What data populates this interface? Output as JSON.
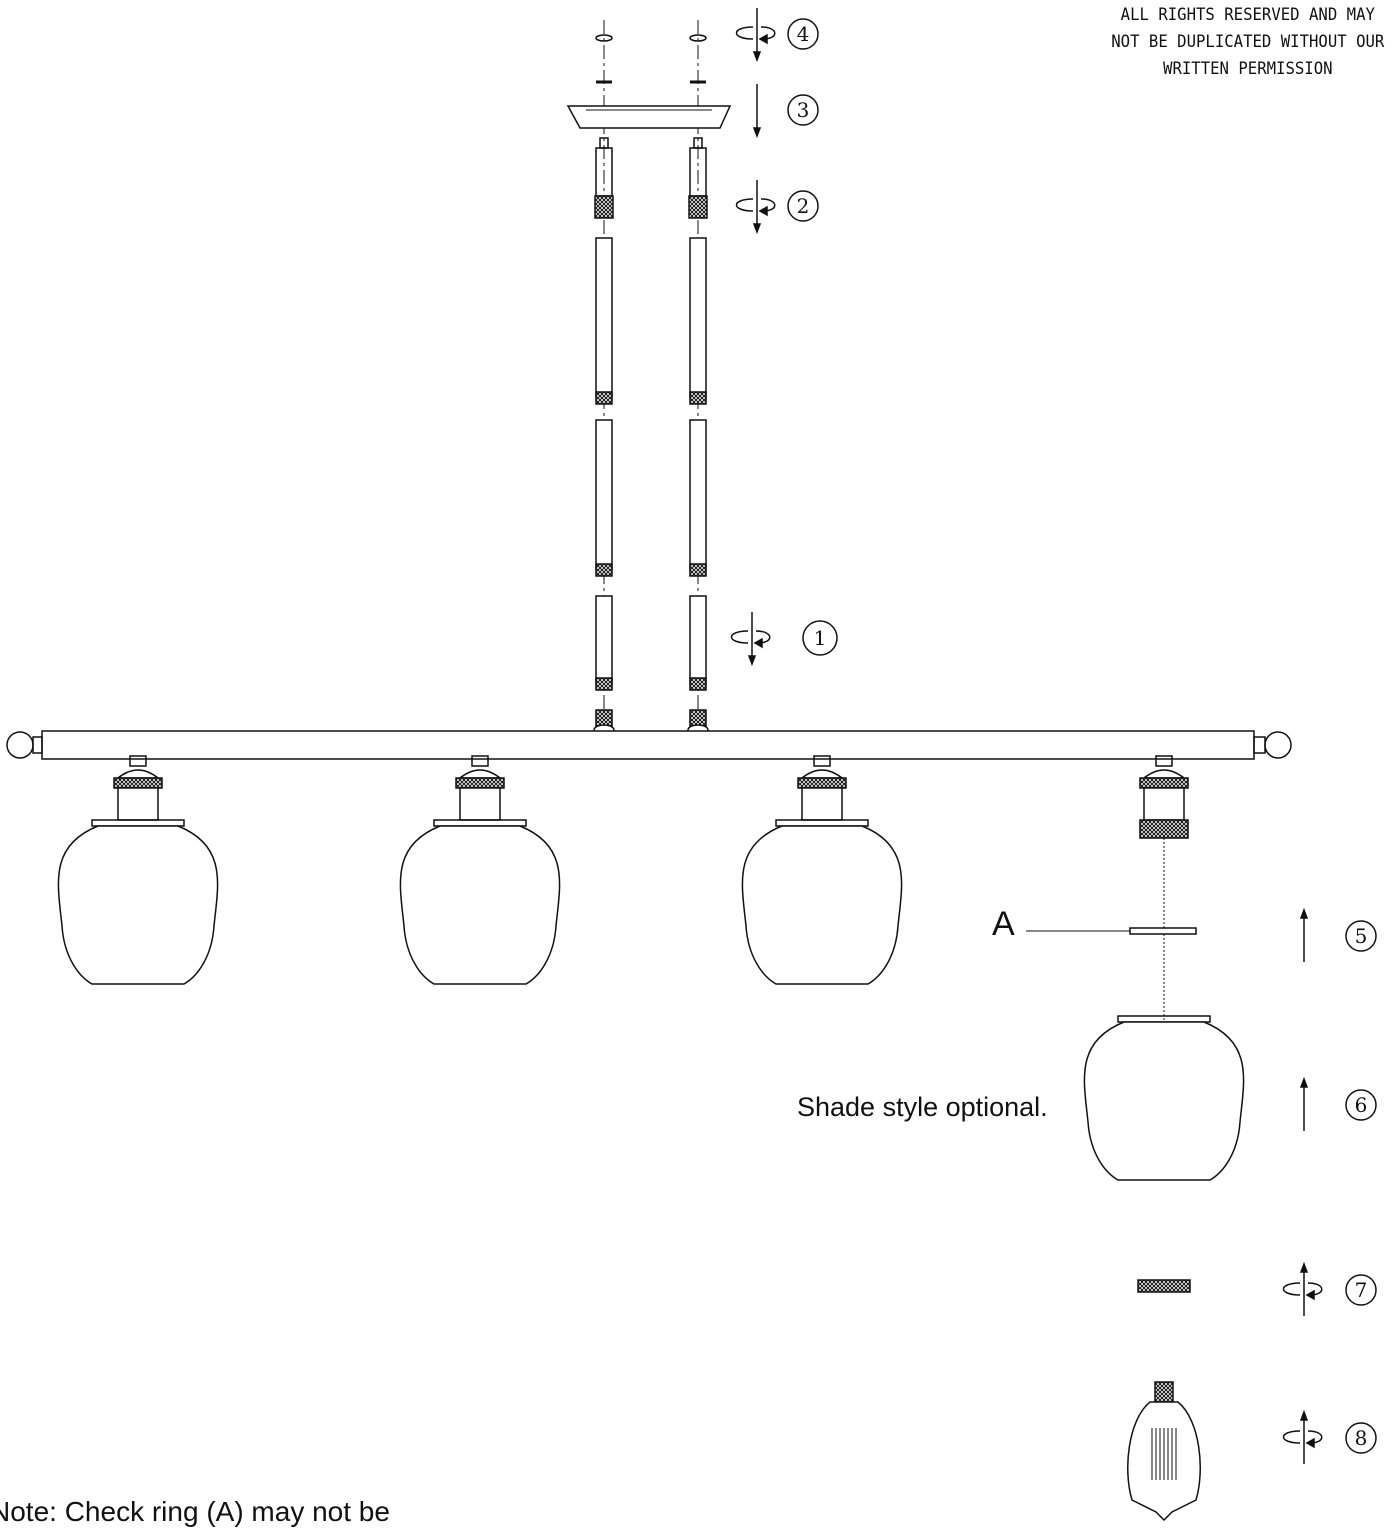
{
  "copyright": "ALL RIGHTS RESERVED AND MAY\nNOT BE DUPLICATED WITHOUT OUR\nWRITTEN PERMISSION",
  "labels": {
    "ring": "A",
    "shade": "Shade style optional.",
    "note": "Note: Check ring (A) may not be"
  },
  "steps": [
    {
      "number": "4",
      "action": "rotate-down"
    },
    {
      "number": "3",
      "action": "push-down"
    },
    {
      "number": "2",
      "action": "rotate-down"
    },
    {
      "number": "1",
      "action": "rotate-down"
    },
    {
      "number": "5",
      "action": "push-up"
    },
    {
      "number": "6",
      "action": "push-up"
    },
    {
      "number": "7",
      "action": "rotate-up"
    },
    {
      "number": "8",
      "action": "rotate-up"
    }
  ],
  "line_color": "#111111"
}
